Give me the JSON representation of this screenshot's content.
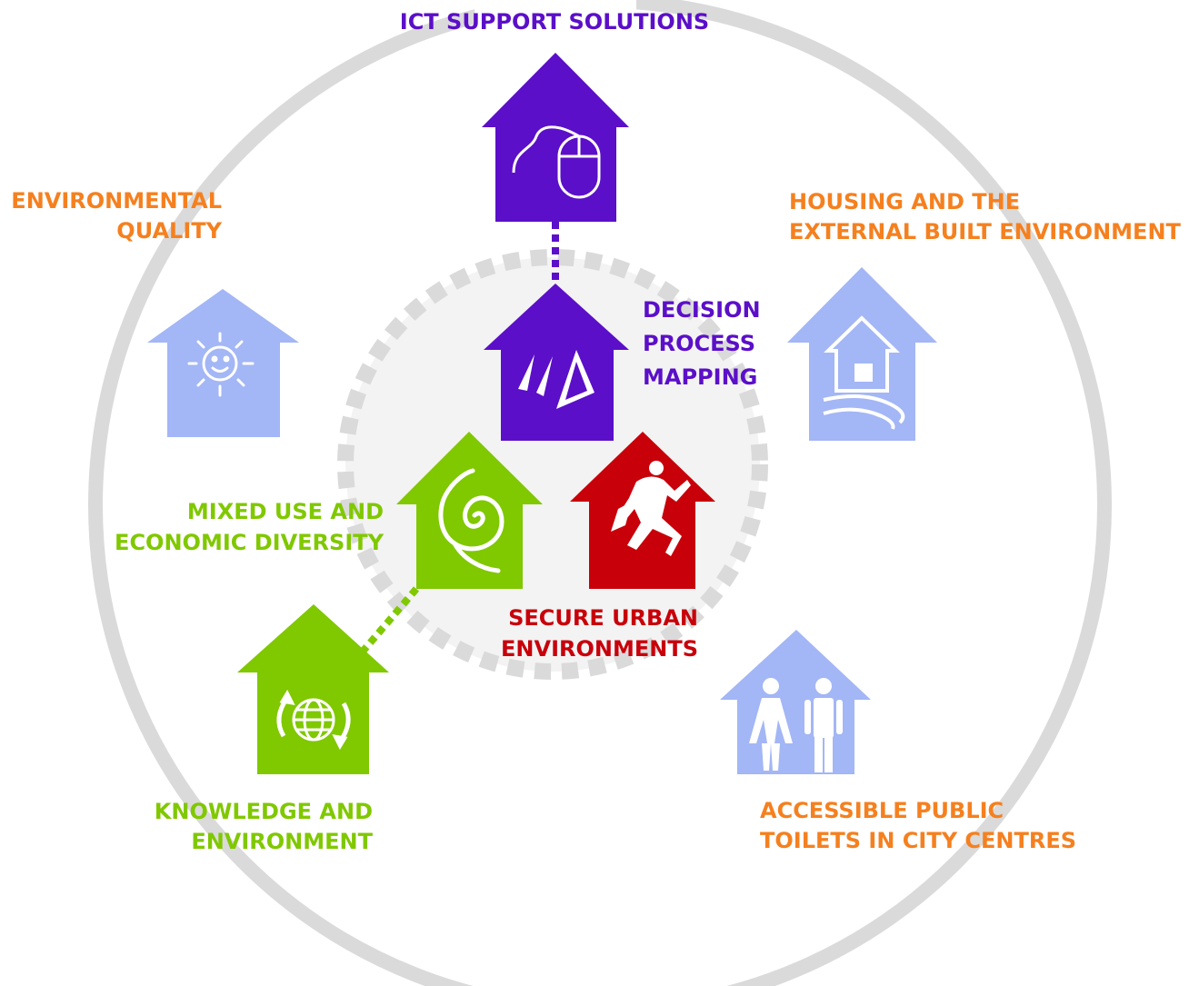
{
  "colors": {
    "purple": "#5b0fc8",
    "orange": "#f5801f",
    "green": "#80c800",
    "red": "#c8000a",
    "lightblue": "#a3b6f5",
    "ring": "#dadada",
    "inner_dash": "#dadada",
    "inner_fill": "#f2f2f2"
  },
  "labels": {
    "ict": {
      "lines": [
        "ICT SUPPORT SOLUTIONS"
      ]
    },
    "env_quality": {
      "lines": [
        "ENVIRONMENTAL",
        "QUALITY"
      ]
    },
    "housing": {
      "lines": [
        "HOUSING AND THE",
        "EXTERNAL BUILT ENVIRONMENT"
      ]
    },
    "decision": {
      "lines": [
        "DECISION",
        "PROCESS",
        "MAPPING"
      ]
    },
    "mixed_use": {
      "lines": [
        "MIXED USE AND",
        "ECONOMIC DIVERSITY"
      ]
    },
    "secure": {
      "lines": [
        "SECURE URBAN",
        "ENVIRONMENTS"
      ]
    },
    "knowledge": {
      "lines": [
        "KNOWLEDGE AND",
        "ENVIRONMENT"
      ]
    },
    "toilets": {
      "lines": [
        "ACCESSIBLE PUBLIC",
        "TOILETS IN CITY CENTRES"
      ]
    }
  },
  "houses": [
    {
      "id": "ict",
      "icon": "computer-mouse-icon",
      "color": "purple"
    },
    {
      "id": "env_quality",
      "icon": "smiling-sun-icon",
      "color": "lightblue"
    },
    {
      "id": "housing",
      "icon": "house-with-path-icon",
      "color": "lightblue"
    },
    {
      "id": "decision",
      "icon": "triangles-icon",
      "color": "purple"
    },
    {
      "id": "mixed_use",
      "icon": "spiral-icon",
      "color": "green"
    },
    {
      "id": "secure",
      "icon": "running-burglar-icon",
      "color": "red"
    },
    {
      "id": "knowledge",
      "icon": "globe-recycle-icon",
      "color": "green"
    },
    {
      "id": "toilets",
      "icon": "man-woman-icon",
      "color": "lightblue"
    }
  ]
}
